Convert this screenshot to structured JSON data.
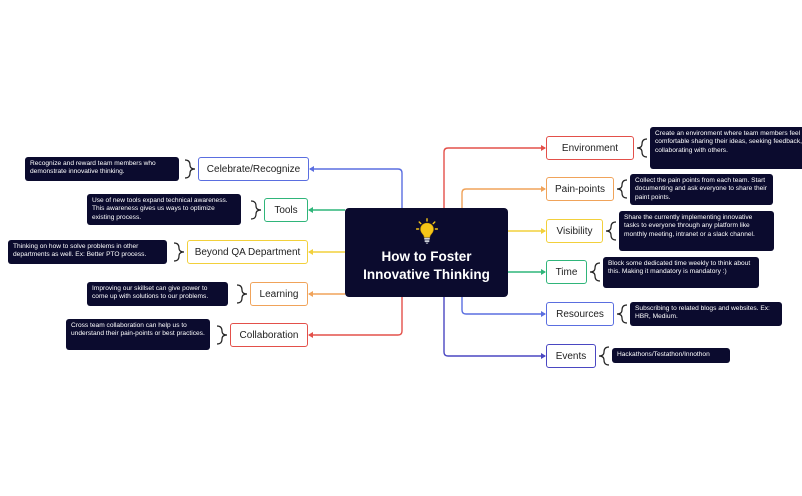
{
  "center": {
    "title_line1": "How to Foster",
    "title_line2": "Innovative Thinking",
    "icon": "lightbulb-icon"
  },
  "colors": {
    "red": "#e3504a",
    "orange": "#f0a35a",
    "yellow": "#f2d03b",
    "green": "#2fb57a",
    "blue": "#5a6ee0",
    "indigo": "#4a47c2"
  },
  "right_branches": [
    {
      "label": "Environment",
      "color": "red",
      "note": "Create an environment where team members feel comfortable sharing their ideas, seeking feedback, and collaborating with others."
    },
    {
      "label": "Pain-points",
      "color": "orange",
      "note": "Collect the pain points from each team. Start documenting and ask everyone to share their paint points."
    },
    {
      "label": "Visibility",
      "color": "yellow",
      "note": "Share the currently implementing innovative tasks to everyone through any platform like monthly meeting, intranet or a slack channel."
    },
    {
      "label": "Time",
      "color": "green",
      "note": "Block some dedicated time weekly to think about this. Making it mandatory is mandatory :)"
    },
    {
      "label": "Resources",
      "color": "blue",
      "note": "Subscribing to related blogs and websites. Ex: HBR, Medium."
    },
    {
      "label": "Events",
      "color": "indigo",
      "note": "Hackathons/Testathon/Innothon"
    }
  ],
  "left_branches": [
    {
      "label": "Celebrate/Recognize",
      "color": "blue",
      "note": "Recognize and reward team members who demonstrate innovative thinking."
    },
    {
      "label": "Tools",
      "color": "green",
      "note": "Use of new tools expand technical awareness. This awareness gives us ways to optimize existing process."
    },
    {
      "label": "Beyond QA Department",
      "color": "yellow",
      "note": "Thinking on how to solve problems in other departments as well. Ex: Better PTO process."
    },
    {
      "label": "Learning",
      "color": "orange",
      "note": "Improving our skillset can give power to come up with solutions to our problems."
    },
    {
      "label": "Collaboration",
      "color": "red",
      "note": "Cross team collaboration can help us to understand their pain-points or best practices."
    }
  ]
}
